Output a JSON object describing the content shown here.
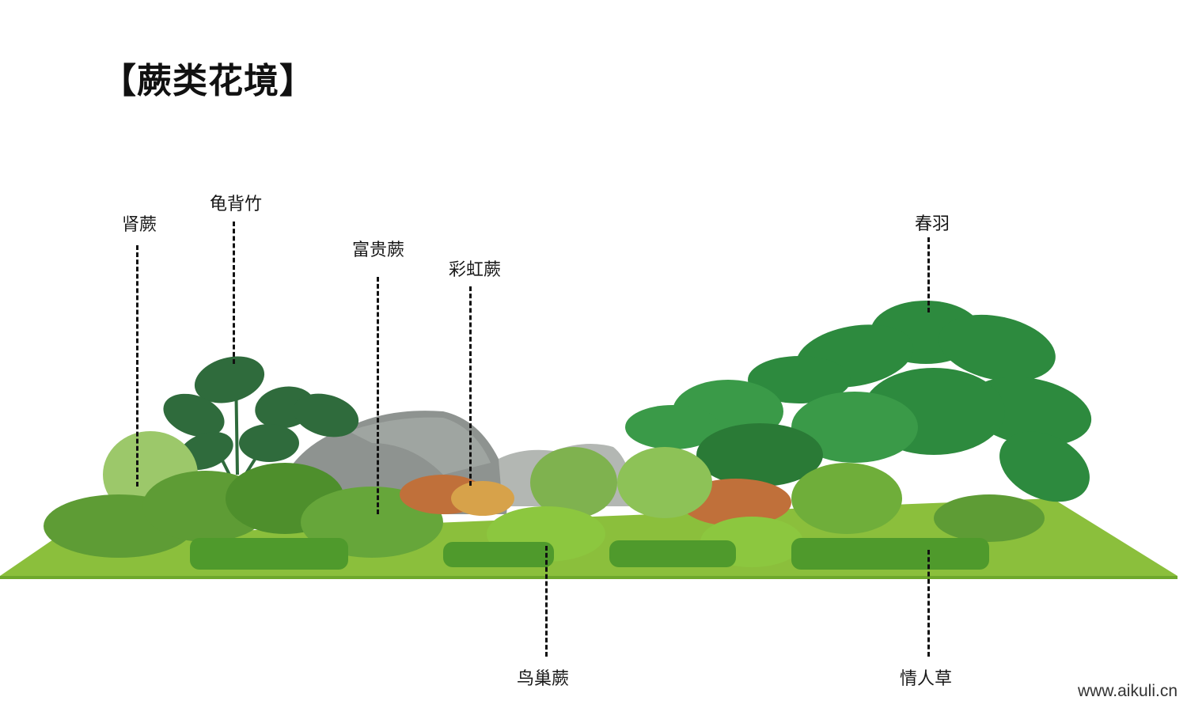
{
  "title": "【蕨类花境】",
  "labels": {
    "shenjue": "肾蕨",
    "guibeizhu": "龟背竹",
    "fuguijue": "富贵蕨",
    "caihongjue": "彩虹蕨",
    "chunyu": "春羽",
    "niaochaojue": "鸟巢蕨",
    "qingrencao": "情人草"
  },
  "watermark": "www.aikuli.cn",
  "colors": {
    "lawn": "#8bbf3c",
    "lawn_dark": "#6ea82c",
    "rock": "#8e9390",
    "fern": "#5e9c35",
    "monstera": "#2f6b3c",
    "philodendron": "#2d8a3e",
    "rainbow_fern": "#c0703a",
    "hedge": "#4f9a2c"
  }
}
